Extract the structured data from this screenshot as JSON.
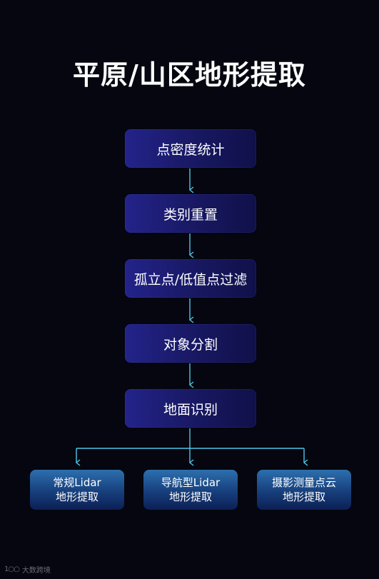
{
  "title": "平原/山区地形提取",
  "steps": [
    {
      "label": "点密度统计"
    },
    {
      "label": "类别重置"
    },
    {
      "label": "孤立点/低值点过滤"
    },
    {
      "label": "对象分割"
    },
    {
      "label": "地面识别"
    }
  ],
  "outputs": [
    {
      "line1": "常规Lidar",
      "line2": "地形提取"
    },
    {
      "line1": "导航型Lidar",
      "line2": "地形提取"
    },
    {
      "line1": "摄影测量点云",
      "line2": "地形提取"
    }
  ],
  "watermark": {
    "text": "大数跨境",
    "logo": "logo-mark"
  },
  "colors": {
    "background": "#05060f",
    "arrow": "#4fc6e8",
    "step_fill": "#1d1d74",
    "output_fill": "#1f5596"
  }
}
